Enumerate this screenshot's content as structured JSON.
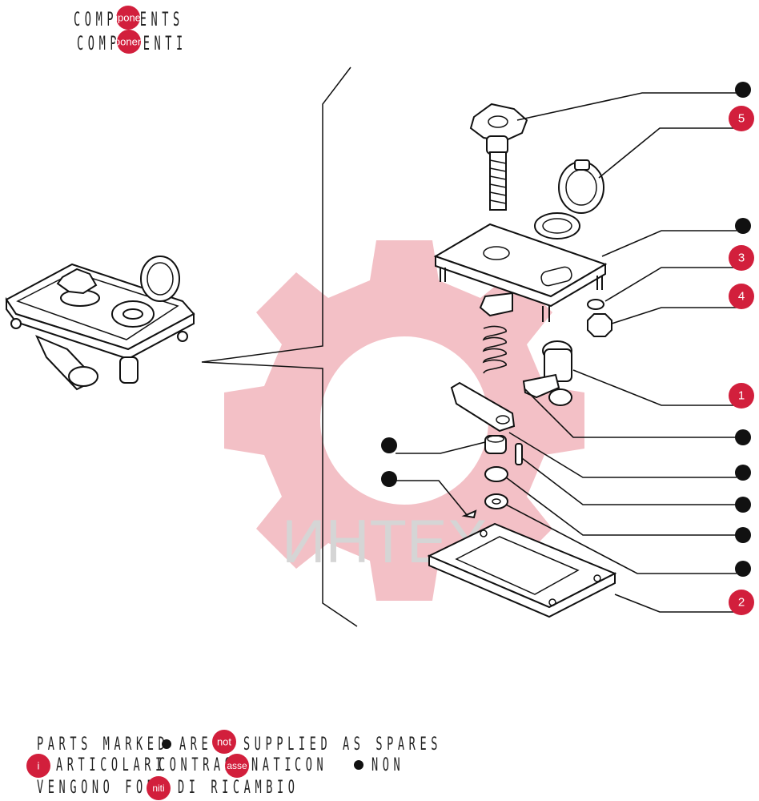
{
  "header": {
    "title_en": "COMPONENTS",
    "title_it": "COMPONENTI",
    "badge_top": "ipone",
    "badge_bottom": "ponen"
  },
  "watermark": {
    "text": "ИНТЕХ",
    "color": "#e8a0a8"
  },
  "callouts": [
    {
      "label": "",
      "kind": "dot"
    },
    {
      "label": "5",
      "kind": "badge"
    },
    {
      "label": "",
      "kind": "dot"
    },
    {
      "label": "3",
      "kind": "badge"
    },
    {
      "label": "4",
      "kind": "badge"
    },
    {
      "label": "1",
      "kind": "badge"
    },
    {
      "label": "",
      "kind": "dot"
    },
    {
      "label": "",
      "kind": "dot"
    },
    {
      "label": "",
      "kind": "dot"
    },
    {
      "label": "",
      "kind": "dot"
    },
    {
      "label": "",
      "kind": "dot"
    },
    {
      "label": "2",
      "kind": "badge"
    },
    {
      "label": "",
      "kind": "dot"
    },
    {
      "label": "",
      "kind": "dot"
    }
  ],
  "footer": {
    "line1_a": "PARTS MARKED",
    "line1_b": "ARE",
    "line1_c": "SUPPLIED AS SPARES",
    "line2_a": "ARTICOLARI",
    "line2_b": "CONTRAS",
    "line2_c": "NATI",
    "line2_d": "CON",
    "line2_e": "NON",
    "line3_a": "VENGONO FORN",
    "line3_b": "DI RICAMBIO",
    "badge_not": "not",
    "badge_i": "i",
    "badge_asse": "asse",
    "badge_niti": "niti"
  },
  "colors": {
    "badge": "#d21f3c",
    "dot": "#111111",
    "line": "#111111"
  }
}
